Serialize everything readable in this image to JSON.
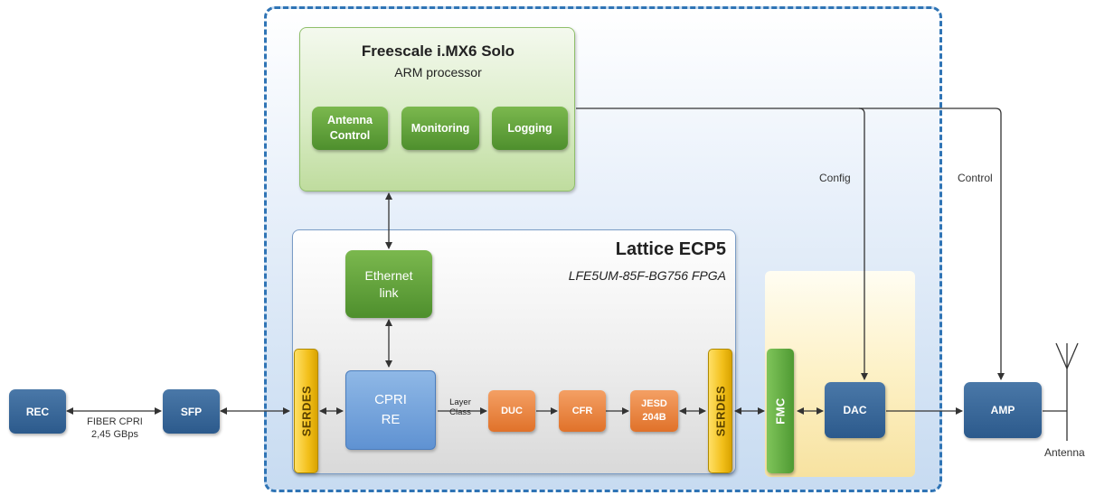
{
  "arm": {
    "title": "Freescale i.MX6 Solo",
    "subtitle": "ARM processor",
    "modules": [
      "Antenna\nControl",
      "Monitoring",
      "Logging"
    ]
  },
  "fpga": {
    "title": "Lattice ECP5",
    "subtitle": "LFE5UM-85F-BG756 FPGA"
  },
  "blocks": {
    "ethernet": "Ethernet\nlink",
    "cpri": "CPRI\nRE",
    "duc": "DUC",
    "cfr": "CFR",
    "jesd": "JESD\n204B",
    "serdes_left": "SERDES",
    "serdes_right": "SERDES",
    "fmc": "FMC",
    "dac": "DAC",
    "amp": "AMP",
    "rec": "REC",
    "sfp": "SFP"
  },
  "labels": {
    "fiber": "FIBER CPRI\n2,45 GBps",
    "layer_class": "Layer\nClass",
    "config": "Config",
    "control": "Control",
    "antenna": "Antenna"
  },
  "colors": {
    "outline_blue": "#2f74b5",
    "block_blue": "#2c5a8c",
    "green": "#4e8f2d",
    "orange": "#e0722a",
    "yellow": "#f2bf1a"
  }
}
